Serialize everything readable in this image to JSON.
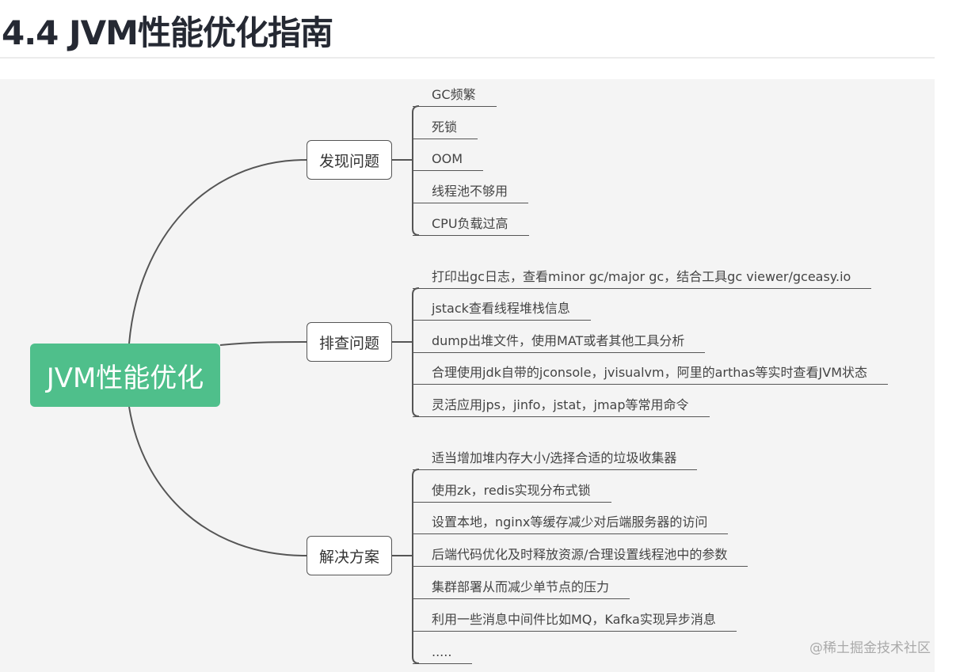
{
  "heading": "4.4 JVM性能优化指南",
  "mindmap": {
    "root": "JVM性能优化",
    "branches": [
      {
        "label": "发现问题",
        "items": [
          "GC频繁",
          "死锁",
          "OOM",
          "线程池不够用",
          "CPU负载过高"
        ]
      },
      {
        "label": "排查问题",
        "items": [
          "打印出gc日志，查看minor gc/major gc，结合工具gc viewer/gceasy.io",
          "jstack查看线程堆栈信息",
          "dump出堆文件，使用MAT或者其他工具分析",
          "合理使用jdk自带的jconsole，jvisualvm，阿里的arthas等实时查看JVM状态",
          "灵活应用jps，jinfo，jstat，jmap等常用命令"
        ]
      },
      {
        "label": "解决方案",
        "items": [
          "适当增加堆内存大小/选择合适的垃圾收集器",
          "使用zk，redis实现分布式锁",
          "设置本地，nginx等缓存减少对后端服务器的访问",
          "后端代码优化及时释放资源/合理设置线程池中的参数",
          "集群部署从而减少单节点的压力",
          "利用一些消息中间件比如MQ，Kafka实现异步消息",
          "....."
        ]
      }
    ]
  },
  "watermark": "@稀土掘金技术社区",
  "colors": {
    "root": "#4fbf8b",
    "line": "#555555"
  }
}
